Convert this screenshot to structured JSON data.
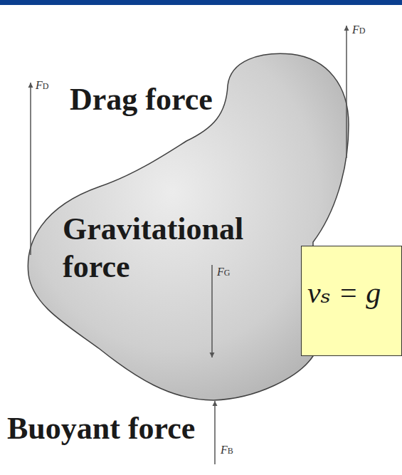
{
  "diagram": {
    "nodes": [
      {
        "text": [
          "Gravitational force"
        ]
      },
      {
        "text": [
          "vₛ = g"
        ]
      }
    ],
    "labels": [
      "FD",
      "Drag force",
      "FD",
      "FG",
      "Buoyant force",
      "FB"
    ]
  }
}
